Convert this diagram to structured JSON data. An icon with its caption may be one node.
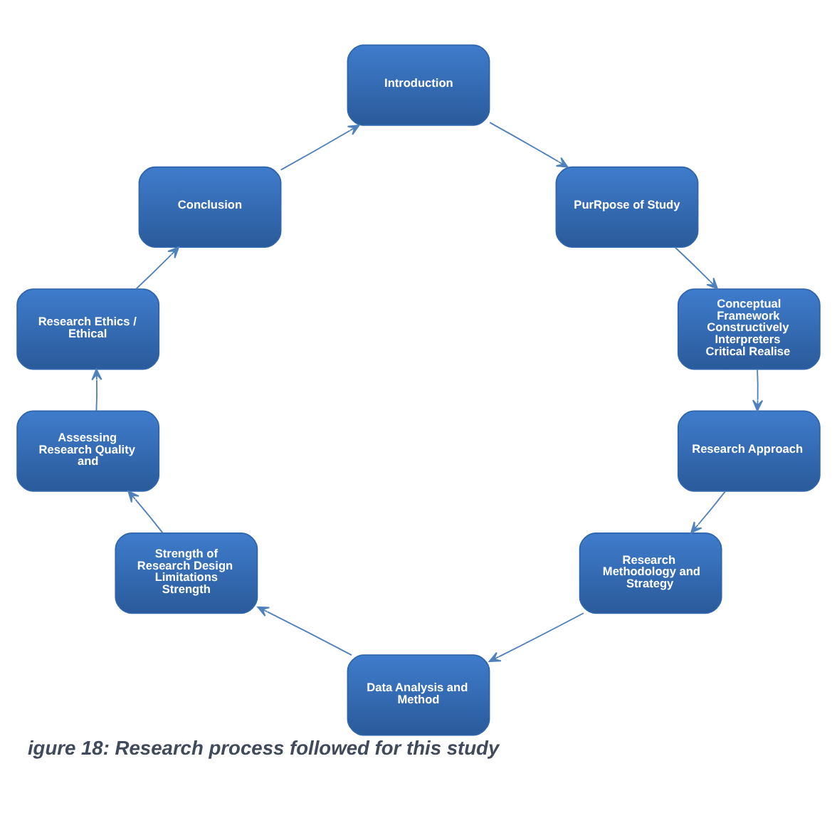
{
  "diagram": {
    "caption": "igure 18: Research process followed for this study",
    "nodes": [
      {
        "text": [
          "Introduction"
        ]
      },
      {
        "text": [
          "PurRpose of Study"
        ]
      },
      {
        "text": [
          "Conceptual Framework Constructively Interpreters Critical Realise"
        ]
      },
      {
        "text": [
          "Research Approach"
        ]
      },
      {
        "text": [
          "Research Methodology and Strategy"
        ]
      },
      {
        "text": [
          "Data Analysis and Method"
        ]
      },
      {
        "text": [
          "Strength of Research Design Limitations Strength"
        ]
      },
      {
        "text": [
          "Assessing Research Quality and"
        ]
      },
      {
        "text": [
          "Research Ethics / Ethical"
        ]
      },
      {
        "text": [
          "Conclusion"
        ]
      }
    ],
    "edges": [
      {
        "from": 0,
        "to": 1,
        "arrow": "to"
      },
      {
        "from": 1,
        "to": 2,
        "arrow": "to"
      },
      {
        "from": 2,
        "to": 3,
        "arrow": "to"
      },
      {
        "from": 3,
        "to": 4,
        "arrow": "to"
      },
      {
        "from": 4,
        "to": 5,
        "arrow": "to"
      },
      {
        "from": 5,
        "to": 6,
        "arrow": "to"
      },
      {
        "from": 6,
        "to": 7,
        "arrow": "to"
      },
      {
        "from": 7,
        "to": 8,
        "arrow": "to"
      },
      {
        "from": 8,
        "to": 9,
        "arrow": "to"
      },
      {
        "from": 9,
        "to": 0,
        "arrow": "to"
      }
    ]
  }
}
